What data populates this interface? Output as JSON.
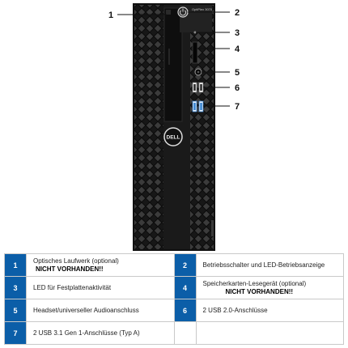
{
  "front_panel": {
    "model_label": "OptiPlex 3070",
    "brand": "DELL"
  },
  "callouts": [
    "1",
    "2",
    "3",
    "4",
    "5",
    "6",
    "7"
  ],
  "legend": [
    {
      "num": "1",
      "text": "Optisches Laufwerk (optional)",
      "note": "NICHT VORHANDEN!!"
    },
    {
      "num": "2",
      "text": "Betriebsschalter und LED-Betriebsanzeige"
    },
    {
      "num": "3",
      "text": "LED für Festplattenaktivität"
    },
    {
      "num": "4",
      "text": "Speicherkarten-Lesegerät (optional)",
      "note": "NICHT VORHANDEN!!"
    },
    {
      "num": "5",
      "text": "Headset/universeller Audioanschluss"
    },
    {
      "num": "6",
      "text": "2 USB 2.0-Anschlüsse"
    },
    {
      "num": "7",
      "text": "2 USB 3.1 Gen 1-Anschlüsse (Typ A)"
    },
    {
      "num": "",
      "text": ""
    }
  ],
  "colors": {
    "legend_number_bg": "#0b5ea8",
    "chassis": "#1b1b1b",
    "usb3_port_accent": "#2f7fd0"
  }
}
